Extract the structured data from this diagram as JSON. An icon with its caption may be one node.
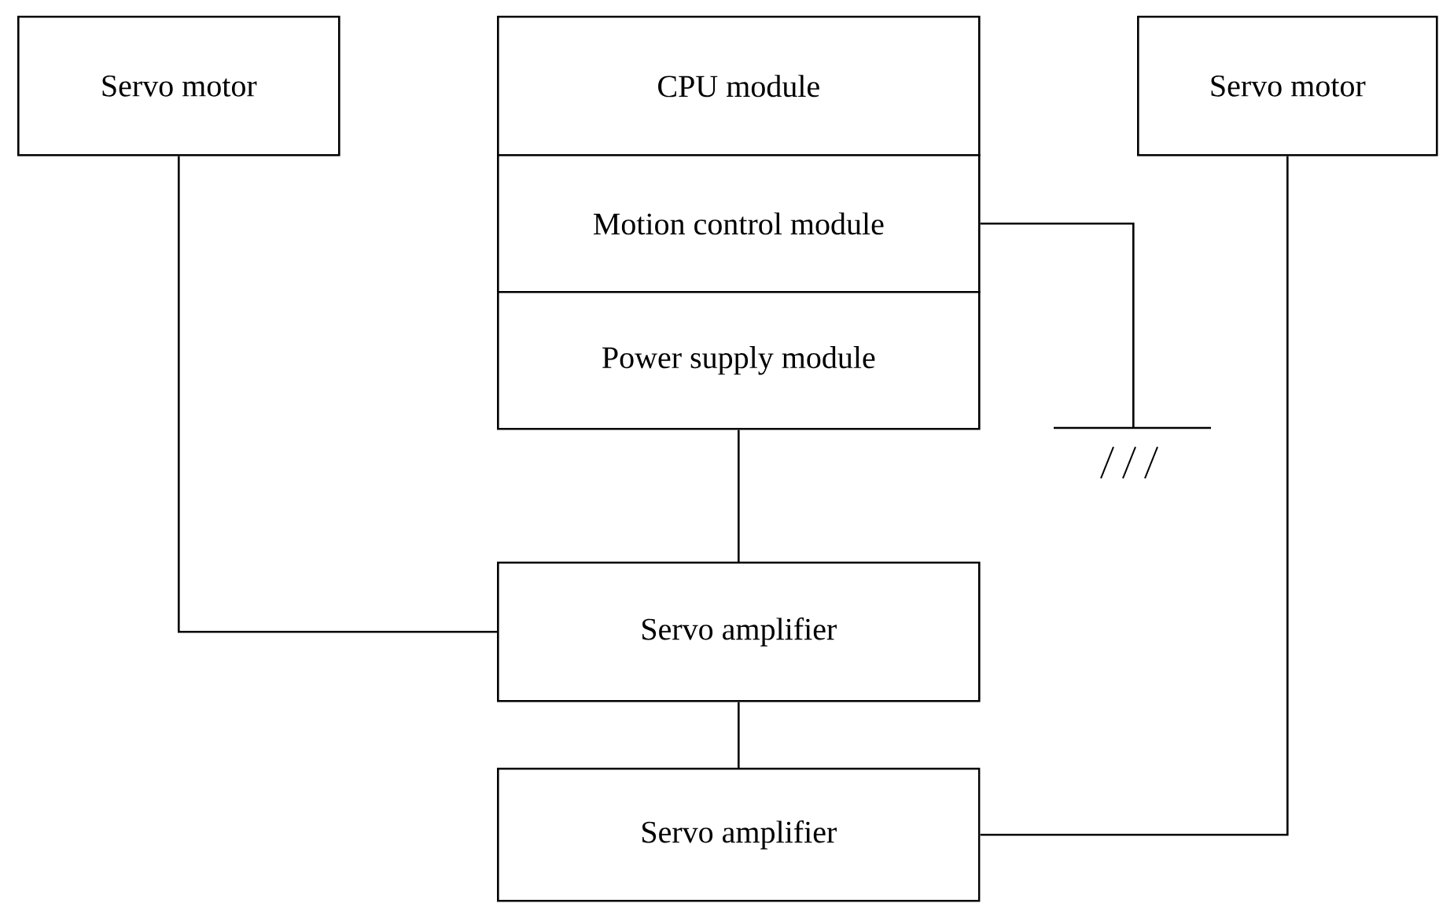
{
  "diagram": {
    "nodes": [
      {
        "text": [
          "Servo motor"
        ]
      },
      {
        "text": [
          "CPU module"
        ]
      },
      {
        "text": [
          "Motion control module"
        ]
      },
      {
        "text": [
          "Power supply module"
        ]
      },
      {
        "text": [
          "Servo motor"
        ]
      },
      {
        "text": [
          "Servo amplifier"
        ]
      },
      {
        "text": [
          "Servo amplifier"
        ]
      },
      {
        "text": [],
        "shape": "ground"
      }
    ],
    "edges": [
      {
        "from": 2,
        "to": 7,
        "arrow": "none"
      },
      {
        "from": 0,
        "to": 5,
        "arrow": "none"
      },
      {
        "from": 3,
        "to": 5,
        "arrow": "none"
      },
      {
        "from": 5,
        "to": 6,
        "arrow": "none"
      },
      {
        "from": 6,
        "to": 4,
        "arrow": "none"
      }
    ]
  }
}
